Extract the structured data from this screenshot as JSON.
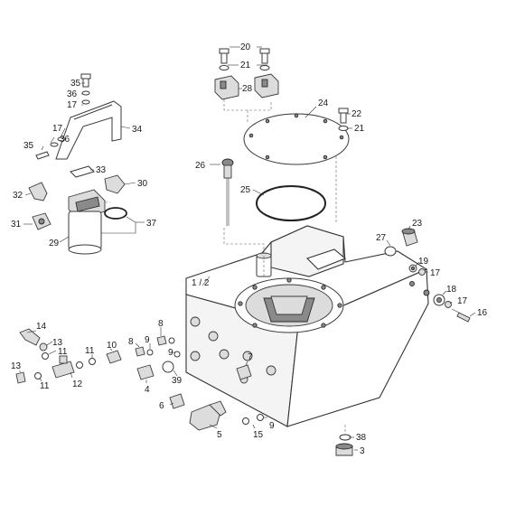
{
  "diagram": {
    "callouts": [
      {
        "id": "c20",
        "text": "20"
      },
      {
        "id": "c21a",
        "text": "21"
      },
      {
        "id": "c28",
        "text": "28"
      },
      {
        "id": "c24",
        "text": "24"
      },
      {
        "id": "c22",
        "text": "22"
      },
      {
        "id": "c21b",
        "text": "21"
      },
      {
        "id": "c35a",
        "text": "35"
      },
      {
        "id": "c36a",
        "text": "36"
      },
      {
        "id": "c17a",
        "text": "17"
      },
      {
        "id": "c34",
        "text": "34"
      },
      {
        "id": "c17b",
        "text": "17"
      },
      {
        "id": "c36b",
        "text": "36"
      },
      {
        "id": "c35b",
        "text": "35"
      },
      {
        "id": "c33",
        "text": "33"
      },
      {
        "id": "c30",
        "text": "30"
      },
      {
        "id": "c32",
        "text": "32"
      },
      {
        "id": "c31",
        "text": "31"
      },
      {
        "id": "c29",
        "text": "29"
      },
      {
        "id": "c37",
        "text": "37"
      },
      {
        "id": "c26",
        "text": "26"
      },
      {
        "id": "c25",
        "text": "25"
      },
      {
        "id": "c23",
        "text": "23"
      },
      {
        "id": "c27",
        "text": "27"
      },
      {
        "id": "c19",
        "text": "19"
      },
      {
        "id": "c17c",
        "text": "17"
      },
      {
        "id": "c18",
        "text": "18"
      },
      {
        "id": "c17d",
        "text": "17"
      },
      {
        "id": "c16",
        "text": "16"
      },
      {
        "id": "c12",
        "text": "1 / 2"
      },
      {
        "id": "c14",
        "text": "14"
      },
      {
        "id": "c13a",
        "text": "13"
      },
      {
        "id": "c11a",
        "text": "11"
      },
      {
        "id": "c11b",
        "text": "11"
      },
      {
        "id": "c10",
        "text": "10"
      },
      {
        "id": "c8a",
        "text": "8"
      },
      {
        "id": "c8b",
        "text": "8"
      },
      {
        "id": "c9a",
        "text": "9"
      },
      {
        "id": "c9b",
        "text": "9"
      },
      {
        "id": "c13b",
        "text": "13"
      },
      {
        "id": "c11c",
        "text": "11"
      },
      {
        "id": "c12b",
        "text": "12"
      },
      {
        "id": "c39",
        "text": "39"
      },
      {
        "id": "c7",
        "text": "7"
      },
      {
        "id": "c4",
        "text": "4"
      },
      {
        "id": "c6",
        "text": "6"
      },
      {
        "id": "c5",
        "text": "5"
      },
      {
        "id": "c15",
        "text": "15"
      },
      {
        "id": "c9c",
        "text": "9"
      },
      {
        "id": "c38",
        "text": "38"
      },
      {
        "id": "c3",
        "text": "3"
      }
    ]
  }
}
